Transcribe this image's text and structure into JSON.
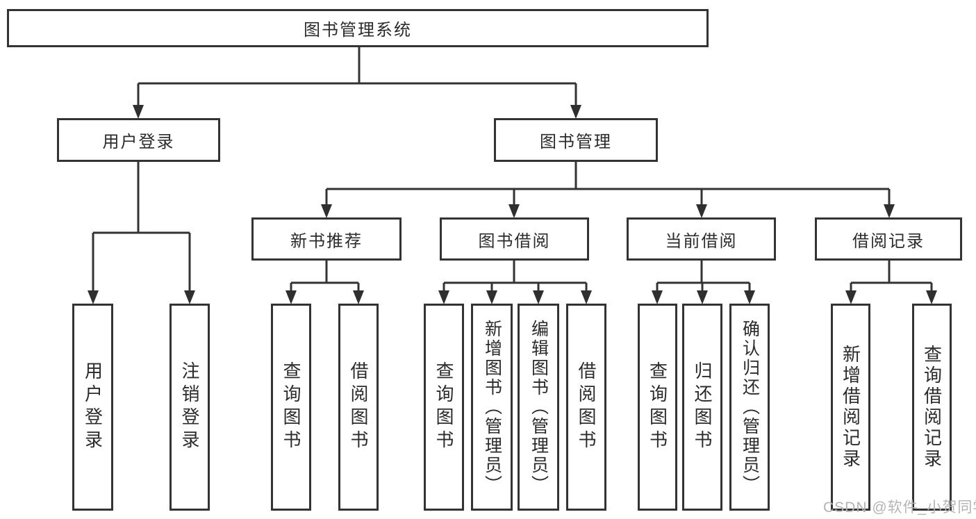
{
  "diagram": {
    "title": "图书管理系统",
    "tree": {
      "root": {
        "label": "图书管理系统",
        "children": [
          {
            "label": "用户登录",
            "children": [
              {
                "label": "用户登录"
              },
              {
                "label": "注销登录"
              }
            ]
          },
          {
            "label": "图书管理",
            "children": [
              {
                "label": "新书推荐",
                "children": [
                  {
                    "label": "查询图书"
                  },
                  {
                    "label": "借阅图书"
                  }
                ]
              },
              {
                "label": "图书借阅",
                "children": [
                  {
                    "label": "查询图书"
                  },
                  {
                    "label": "新增图书（管理员）"
                  },
                  {
                    "label": "编辑图书（管理员）"
                  },
                  {
                    "label": "借阅图书"
                  }
                ]
              },
              {
                "label": "当前借阅",
                "children": [
                  {
                    "label": "查询图书"
                  },
                  {
                    "label": "归还图书"
                  },
                  {
                    "label": "确认归还（管理员）"
                  }
                ]
              },
              {
                "label": "借阅记录",
                "children": [
                  {
                    "label": "新增借阅记录"
                  },
                  {
                    "label": "查询借阅记录"
                  }
                ]
              }
            ]
          }
        ]
      }
    },
    "colors": {
      "line": "#333333",
      "text": "#2b2b2b",
      "background": "#ffffff",
      "watermark": "#b4b4b4"
    }
  },
  "watermark": {
    "text": "CSDN @软件_小贺同学"
  }
}
